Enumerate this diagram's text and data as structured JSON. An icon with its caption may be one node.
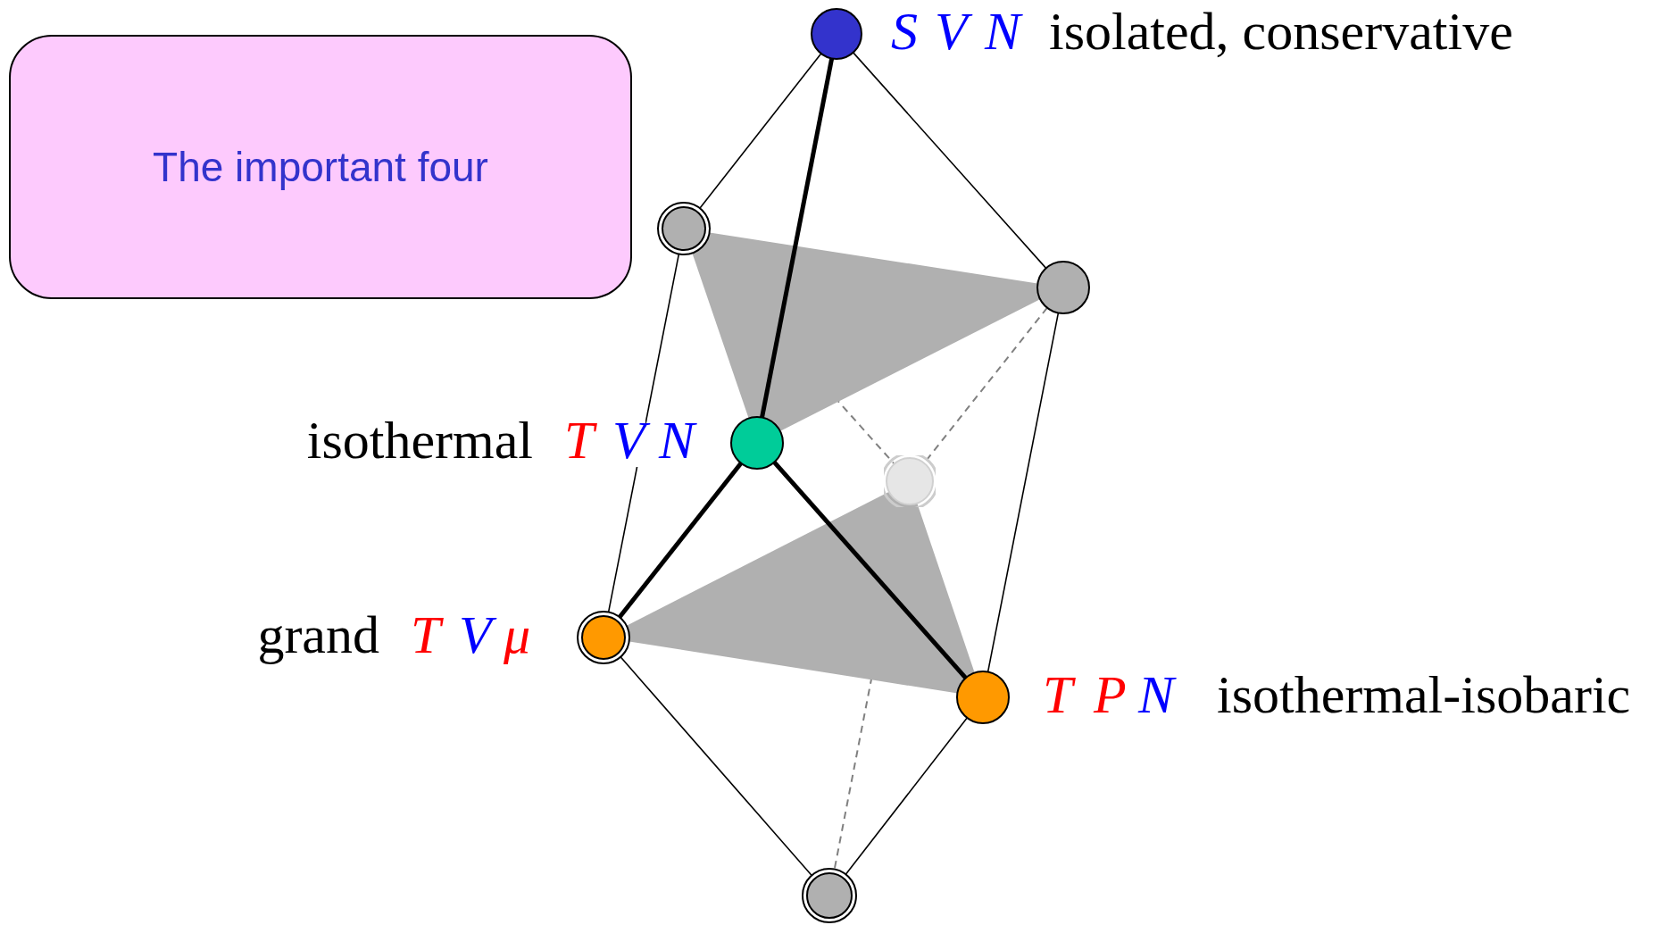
{
  "diagram": {
    "nodes": [
      {
        "text": [
          "The important four"
        ]
      },
      {
        "text": [],
        "shape": "circle",
        "beside": [
          "S",
          "V",
          "N",
          "isolated, conservative"
        ]
      },
      {
        "text": [],
        "shape": "circle"
      },
      {
        "text": [],
        "shape": "circle"
      },
      {
        "text": [],
        "shape": "circle",
        "beside": [
          "isothermal",
          "T",
          "V",
          "N"
        ]
      },
      {
        "text": [],
        "shape": "circle"
      },
      {
        "text": [],
        "shape": "circle",
        "beside": [
          "grand",
          "T",
          "V",
          "μ"
        ]
      },
      {
        "text": [],
        "shape": "circle",
        "beside": [
          "T",
          "P",
          "N",
          "isothermal-isobaric"
        ]
      },
      {
        "text": [],
        "shape": "circle"
      }
    ],
    "edges": [
      {
        "from": 1,
        "to": 2,
        "arrow": "none"
      },
      {
        "from": 1,
        "to": 3,
        "arrow": "none"
      },
      {
        "from": 1,
        "to": 4,
        "arrow": "none",
        "style": "thick"
      },
      {
        "from": 2,
        "to": 6,
        "arrow": "none"
      },
      {
        "from": 3,
        "to": 7,
        "arrow": "none"
      },
      {
        "from": 2,
        "to": 5,
        "arrow": "none",
        "style": "dashed",
        "color": "#808080"
      },
      {
        "from": 3,
        "to": 5,
        "arrow": "none",
        "style": "dashed",
        "color": "#808080"
      },
      {
        "from": 4,
        "to": 6,
        "arrow": "none",
        "style": "thick"
      },
      {
        "from": 4,
        "to": 7,
        "arrow": "none",
        "style": "thick"
      },
      {
        "from": 6,
        "to": 8,
        "arrow": "none"
      },
      {
        "from": 7,
        "to": 8,
        "arrow": "none"
      },
      {
        "from": 5,
        "to": 8,
        "arrow": "none",
        "style": "dashed",
        "color": "#808080"
      }
    ]
  }
}
